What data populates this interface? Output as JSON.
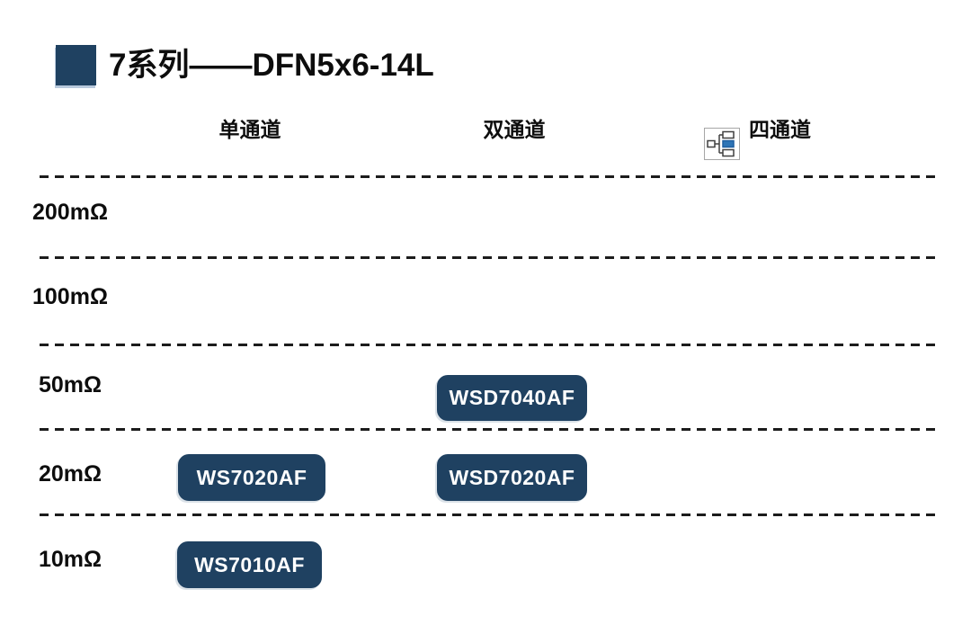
{
  "page": {
    "title": "7系列——DFN5x6-14L"
  },
  "colors": {
    "navy": "#1F4161",
    "icon_blue": "#2E75B6",
    "dash": "#1C1C1C",
    "text": "#0D0D0D"
  },
  "columns": {
    "single": "单通道",
    "dual": "双通道",
    "quad": "四通道"
  },
  "rows": {
    "r200": "200mΩ",
    "r100": "100mΩ",
    "r50": "50mΩ",
    "r20": "20mΩ",
    "r10": "10mΩ"
  },
  "parts": {
    "wsd7040af": "WSD7040AF",
    "ws7020af": "WS7020AF",
    "wsd7020af": "WSD7020AF",
    "ws7010af": "WS7010AF"
  },
  "icons": {
    "org_chart": "org-chart-icon"
  },
  "chart_data": {
    "type": "table",
    "title": "7系列——DFN5x6-14L",
    "columns": [
      "单通道",
      "双通道",
      "四通道"
    ],
    "rows": [
      "200mΩ",
      "100mΩ",
      "50mΩ",
      "20mΩ",
      "10mΩ"
    ],
    "placements": [
      {
        "row": "50mΩ",
        "column": "双通道",
        "part": "WSD7040AF"
      },
      {
        "row": "20mΩ",
        "column": "单通道",
        "part": "WS7020AF"
      },
      {
        "row": "20mΩ",
        "column": "双通道",
        "part": "WSD7020AF"
      },
      {
        "row": "10mΩ",
        "column": "单通道",
        "part": "WS7010AF"
      }
    ],
    "legend": "none",
    "grid": "horizontal-dashed",
    "notes": "Product selection matrix: on-resistance rows vs channel-count columns; empty cells for 200mΩ and 100mΩ rows and all 四通道 cells"
  }
}
